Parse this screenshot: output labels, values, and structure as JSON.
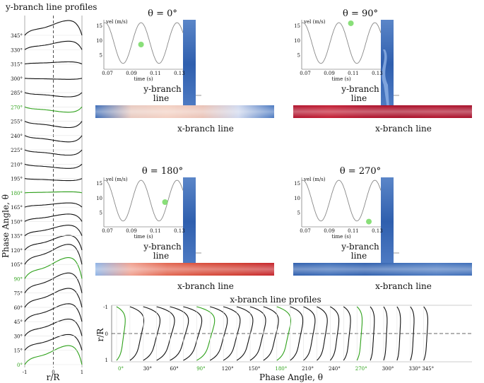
{
  "figure": {
    "left_title": "y-branch line profiles",
    "left_ylabel": "Phase Angle, θ",
    "left_xlabel": "r/R",
    "bottom_title": "x-branch line profiles",
    "bottom_xlabel": "Phase Angle, θ",
    "bottom_ylabel": "r/R",
    "y_branch_label_1": "y-branch",
    "y_branch_label_2": "line",
    "x_branch_label": "x-branch line"
  },
  "colors": {
    "highlight": "#2ea11a",
    "profile": "#111111",
    "sine": "#888888",
    "marker": "#7cdc6a",
    "pipe_blue": "#3d6db8",
    "pipe_red": "#b0112b"
  },
  "panels": [
    {
      "title": "θ = 0°",
      "flow": "low",
      "marker_time": 0.098,
      "marker_vel": 8.5,
      "theta": 0
    },
    {
      "title": "θ = 90°",
      "flow": "high",
      "marker_time": 0.108,
      "marker_vel": 15.8,
      "theta": 90
    },
    {
      "title": "θ = 180°",
      "flow": "mid",
      "marker_time": 0.118,
      "marker_vel": 8.5,
      "theta": 180
    },
    {
      "title": "θ = 270°",
      "flow": "none",
      "marker_time": 0.123,
      "marker_vel": 1.8,
      "theta": 270
    }
  ],
  "chart_data": [
    {
      "type": "line",
      "title": "",
      "ylabel": "vel (m/s)",
      "xlabel": "time (s)",
      "x_ticks": [
        "0.07",
        "0.09",
        "0.11",
        "0.13"
      ],
      "y_ticks": [
        "5",
        "10",
        "15"
      ],
      "xlim": [
        0.067,
        0.133
      ],
      "ylim": [
        0,
        17
      ],
      "series": [
        {
          "name": "",
          "function": "sine",
          "mean": 9,
          "amplitude": 7,
          "period": 0.03,
          "phase_zero_time": 0.0905
        }
      ],
      "note_markers": "one marker per panel, see panels[].marker_time / marker_vel"
    },
    {
      "type": "line",
      "title": "y-branch line profiles",
      "xlabel": "r/R",
      "ylabel": "Phase Angle, θ",
      "x_ticks": [
        "-1",
        "0",
        "1"
      ],
      "xlim": [
        -1,
        1
      ],
      "categories": [
        "0°",
        "15°",
        "30°",
        "45°",
        "60°",
        "75°",
        "90°",
        "105°",
        "120°",
        "135°",
        "150°",
        "165°",
        "180°",
        "195°",
        "210°",
        "225°",
        "240°",
        "255°",
        "270°",
        "285°",
        "300°",
        "315°",
        "330°",
        "345°"
      ],
      "highlighted": [
        "0°",
        "90°",
        "180°",
        "270°"
      ],
      "series_shape_amplitude": [
        0.9,
        0.75,
        0.8,
        0.85,
        0.9,
        0.95,
        1.0,
        0.95,
        0.7,
        0.5,
        0.35,
        0.2,
        0.05,
        -0.1,
        -0.2,
        -0.25,
        -0.3,
        -0.3,
        -0.25,
        -0.2,
        -0.05,
        0.1,
        0.4,
        0.7
      ]
    },
    {
      "type": "line",
      "title": "x-branch line profiles",
      "xlabel": "Phase Angle, θ",
      "ylabel": "r/R",
      "y_ticks": [
        "-1",
        "0",
        "1"
      ],
      "ylim": [
        -1,
        1
      ],
      "categories": [
        "0°",
        "30°",
        "60°",
        "90°",
        "120°",
        "150°",
        "180°",
        "210°",
        "240°",
        "270°",
        "300°",
        "330°",
        "345°"
      ],
      "highlighted": [
        "0°",
        "90°",
        "180°",
        "270°"
      ],
      "profile_count": 24,
      "series_shape_amplitude": [
        0.75,
        1.2,
        1.45,
        1.55,
        1.6,
        1.6,
        1.55,
        1.5,
        1.45,
        1.4,
        1.35,
        1.3,
        1.2,
        1.1,
        1.0,
        0.9,
        0.75,
        0.6,
        0.45,
        0.35,
        0.3,
        0.3,
        0.32,
        0.35
      ]
    }
  ]
}
